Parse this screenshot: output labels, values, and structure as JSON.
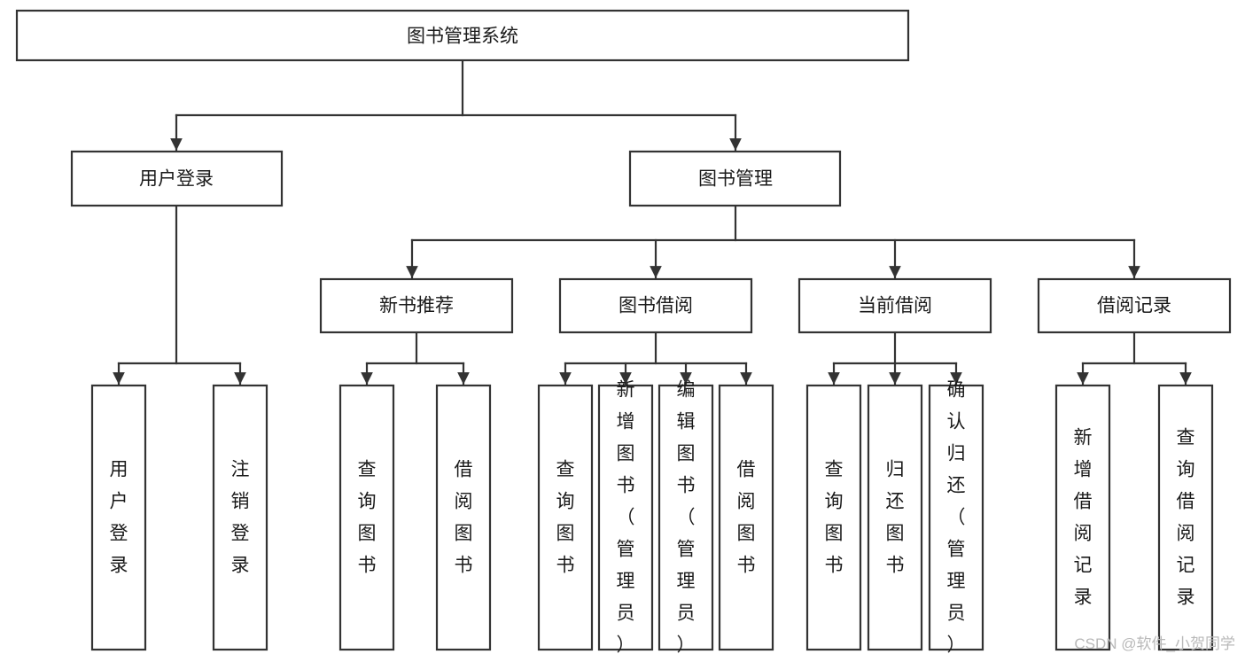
{
  "diagram": {
    "title": "图书管理系统",
    "type": "tree-hierarchy",
    "orientation": "top-down",
    "levels": 4,
    "watermark": "CSDN @软件_小贺同学",
    "colors": {
      "box_stroke": "#333333",
      "box_fill": "#ffffff",
      "text": "#1a1a1a",
      "connector": "#333333",
      "watermark": "#b9b9b9",
      "background": "#ffffff"
    },
    "root": {
      "label": "图书管理系统",
      "orientation": "horizontal"
    },
    "level2": [
      {
        "label": "用户登录",
        "orientation": "horizontal"
      },
      {
        "label": "图书管理",
        "orientation": "horizontal"
      }
    ],
    "level3": [
      {
        "label": "新书推荐",
        "orientation": "horizontal",
        "parent": "图书管理"
      },
      {
        "label": "图书借阅",
        "orientation": "horizontal",
        "parent": "图书管理"
      },
      {
        "label": "当前借阅",
        "orientation": "horizontal",
        "parent": "图书管理"
      },
      {
        "label": "借阅记录",
        "orientation": "horizontal",
        "parent": "图书管理"
      }
    ],
    "leaves": {
      "用户登录": [
        {
          "label": "用户登录",
          "orientation": "vertical"
        },
        {
          "label": "注销登录",
          "orientation": "vertical"
        }
      ],
      "新书推荐": [
        {
          "label": "查询图书",
          "orientation": "vertical"
        },
        {
          "label": "借阅图书",
          "orientation": "vertical"
        }
      ],
      "图书借阅": [
        {
          "label": "查询图书",
          "orientation": "vertical"
        },
        {
          "label": "新增图书（管理员）",
          "orientation": "vertical"
        },
        {
          "label": "编辑图书（管理员）",
          "orientation": "vertical"
        },
        {
          "label": "借阅图书",
          "orientation": "vertical"
        }
      ],
      "当前借阅": [
        {
          "label": "查询图书",
          "orientation": "vertical"
        },
        {
          "label": "归还图书",
          "orientation": "vertical"
        },
        {
          "label": "确认归还（管理员）",
          "orientation": "vertical"
        }
      ],
      "借阅记录": [
        {
          "label": "新增借阅记录",
          "orientation": "vertical"
        },
        {
          "label": "查询借阅记录",
          "orientation": "vertical"
        }
      ]
    }
  }
}
